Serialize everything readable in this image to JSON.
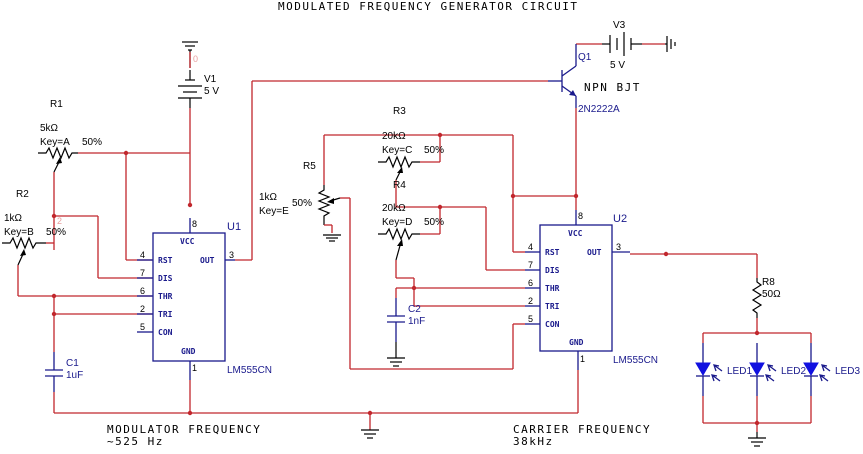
{
  "title": "MODULATED FREQUENCY GENERATOR CIRCUIT",
  "colors": {
    "wire": "#c1272d",
    "component": "#1a1a8c",
    "led": "#1010e0"
  },
  "sources": {
    "V1": {
      "name": "V1",
      "value": "5 V",
      "node": "0"
    },
    "V3": {
      "name": "V3",
      "value": "5 V"
    }
  },
  "transistor": {
    "name": "Q1",
    "type": "NPN BJT",
    "model": "2N2222A"
  },
  "resistors": {
    "R1": {
      "name": "R1",
      "value": "5kΩ",
      "key": "Key=A",
      "percent": "50%"
    },
    "R2": {
      "name": "R2",
      "value": "1kΩ",
      "key": "Key=B",
      "percent": "50%",
      "node": "2"
    },
    "R3": {
      "name": "R3",
      "value": "20kΩ",
      "key": "Key=C",
      "percent": "50%"
    },
    "R4": {
      "name": "R4",
      "value": "20kΩ",
      "key": "Key=D",
      "percent": "50%"
    },
    "R5": {
      "name": "R5",
      "value": "1kΩ",
      "key": "Key=E",
      "percent": "50%"
    },
    "R8": {
      "name": "R8",
      "value": "50Ω"
    }
  },
  "capacitors": {
    "C1": {
      "name": "C1",
      "value": "1uF"
    },
    "C2": {
      "name": "C2",
      "value": "1nF"
    }
  },
  "ics": {
    "U1": {
      "name": "U1",
      "model": "LM555CN"
    },
    "U2": {
      "name": "U2",
      "model": "LM555CN"
    }
  },
  "ic_pins": {
    "vcc": "VCC",
    "gnd": "GND",
    "rst": "RST",
    "dis": "DIS",
    "thr": "THR",
    "tri": "TRI",
    "con": "CON",
    "out": "OUT",
    "n8": "8",
    "n1": "1",
    "n4": "4",
    "n7": "7",
    "n6": "6",
    "n2": "2",
    "n5": "5",
    "n3": "3"
  },
  "leds": [
    {
      "name": "LED1"
    },
    {
      "name": "LED2"
    },
    {
      "name": "LED3"
    }
  ],
  "annotations": {
    "modulator_line1": "MODULATOR FREQUENCY",
    "modulator_line2": "~525 Hz",
    "carrier_line1": "CARRIER FREQUENCY",
    "carrier_line2": "38kHz"
  }
}
